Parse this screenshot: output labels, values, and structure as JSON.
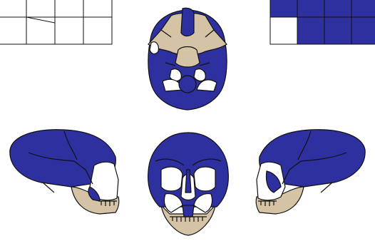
{
  "diagram": {
    "legend_left": {
      "rows": [
        [
          "white",
          "white",
          "white",
          "white"
        ],
        [
          "white",
          "white",
          "white",
          "white"
        ]
      ]
    },
    "legend_right": {
      "rows": [
        [
          "blue",
          "blue",
          "blue",
          "blue"
        ],
        [
          "white",
          "blue",
          "blue",
          "blue"
        ]
      ]
    },
    "views": [
      "inferior",
      "left-lateral",
      "anterior",
      "right-lateral"
    ]
  },
  "colors": {
    "preserved": "#2e30a0",
    "missing": "#ffffff",
    "mandible": "#d4c3a4",
    "outline": "#111111"
  }
}
